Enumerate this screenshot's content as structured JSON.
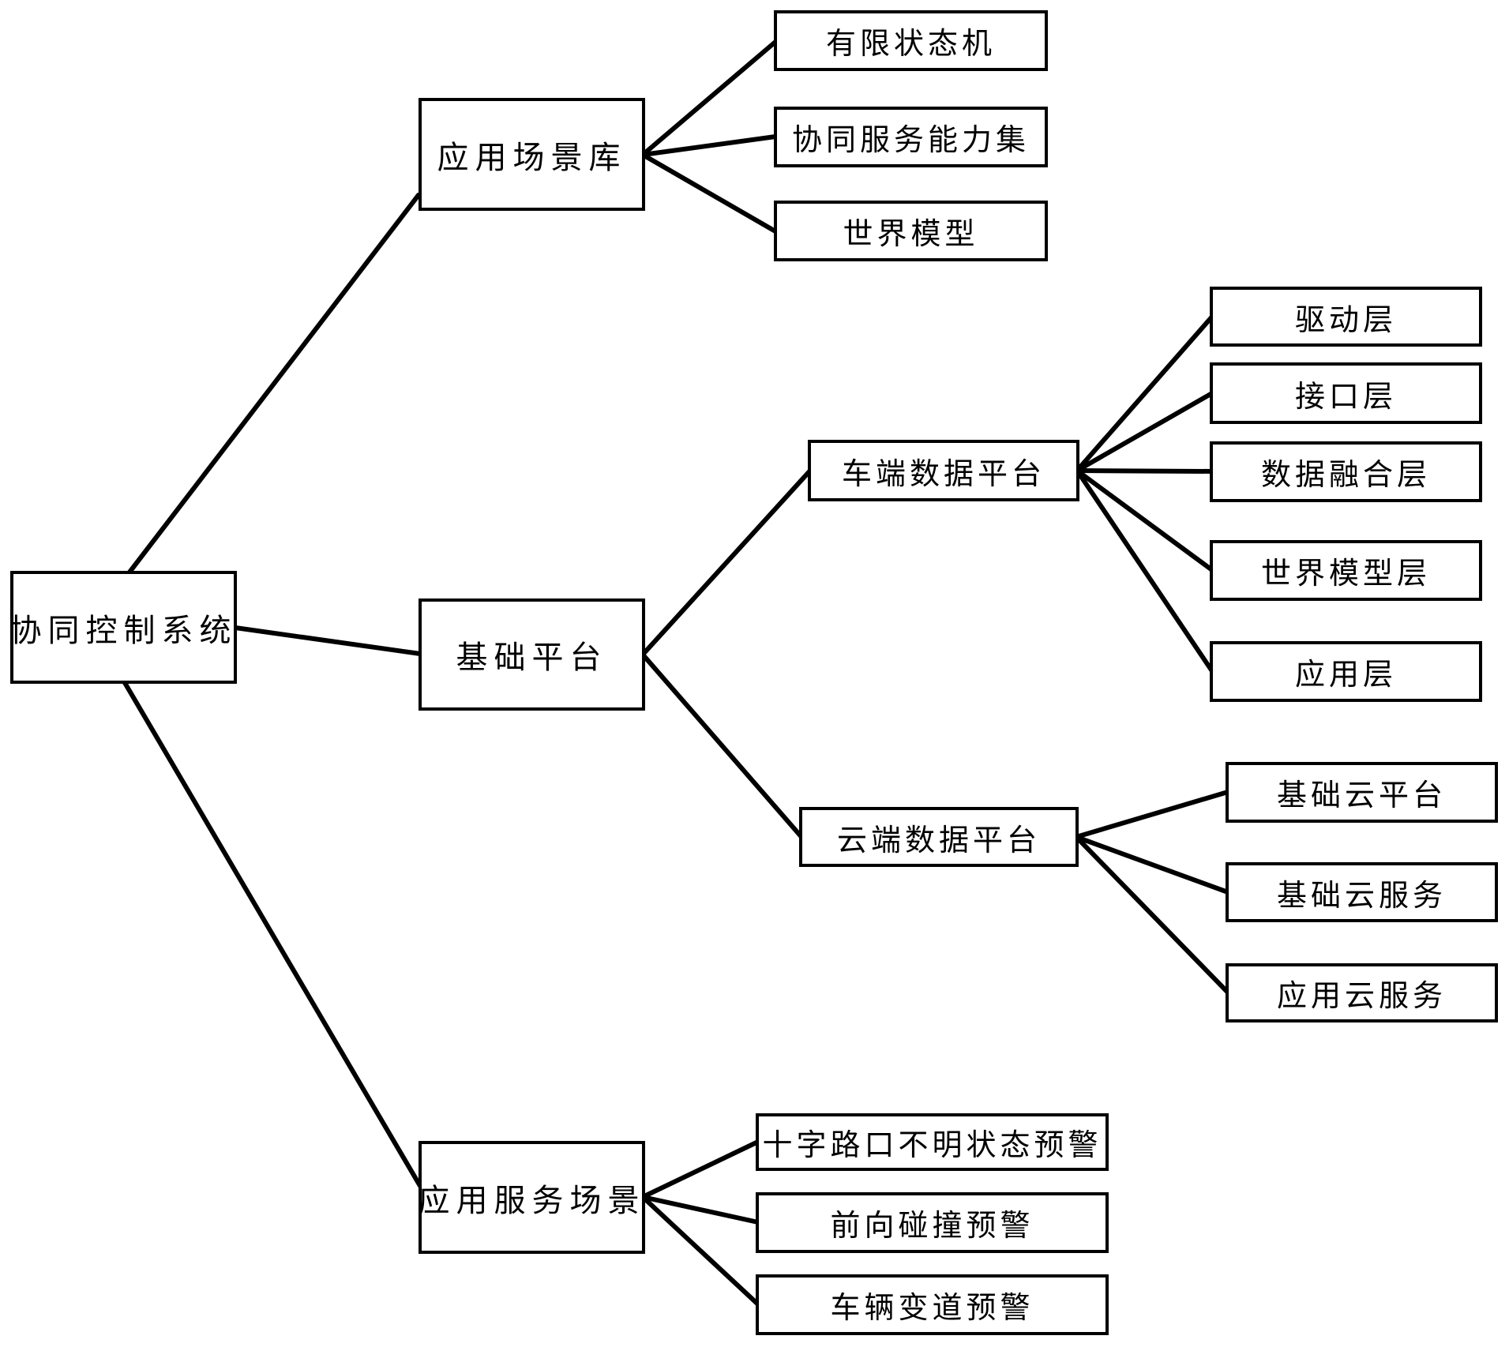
{
  "diagram": {
    "type": "tree",
    "orientation": "left-to-right",
    "colors": {
      "background": "#ffffff",
      "box_fill": "#ffffff",
      "box_border": "#000000",
      "line": "#000000",
      "text": "#000000"
    },
    "nodes": {
      "root": "协同控制系统",
      "scenario_library": "应用场景库",
      "finite_state_machine": "有限状态机",
      "service_capability_set": "协同服务能力集",
      "world_model": "世界模型",
      "basic_platform": "基础平台",
      "vehicle_data_platform": "车端数据平台",
      "driver_layer": "驱动层",
      "interface_layer": "接口层",
      "data_fusion_layer": "数据融合层",
      "world_model_layer": "世界模型层",
      "application_layer": "应用层",
      "cloud_data_platform": "云端数据平台",
      "basic_cloud_platform": "基础云平台",
      "basic_cloud_service": "基础云服务",
      "application_cloud_service": "应用云服务",
      "app_service_scenario": "应用服务场景",
      "intersection_unknown_state_warning": "十字路口不明状态预警",
      "forward_collision_warning": "前向碰撞预警",
      "vehicle_lane_change_warning": "车辆变道预警"
    },
    "hierarchy": {
      "协同控制系统": [
        "应用场景库",
        "基础平台",
        "应用服务场景"
      ],
      "应用场景库": [
        "有限状态机",
        "协同服务能力集",
        "世界模型"
      ],
      "基础平台": [
        "车端数据平台",
        "云端数据平台"
      ],
      "车端数据平台": [
        "驱动层",
        "接口层",
        "数据融合层",
        "世界模型层",
        "应用层"
      ],
      "云端数据平台": [
        "基础云平台",
        "基础云服务",
        "应用云服务"
      ],
      "应用服务场景": [
        "十字路口不明状态预警",
        "前向碰撞预警",
        "车辆变道预警"
      ]
    }
  }
}
